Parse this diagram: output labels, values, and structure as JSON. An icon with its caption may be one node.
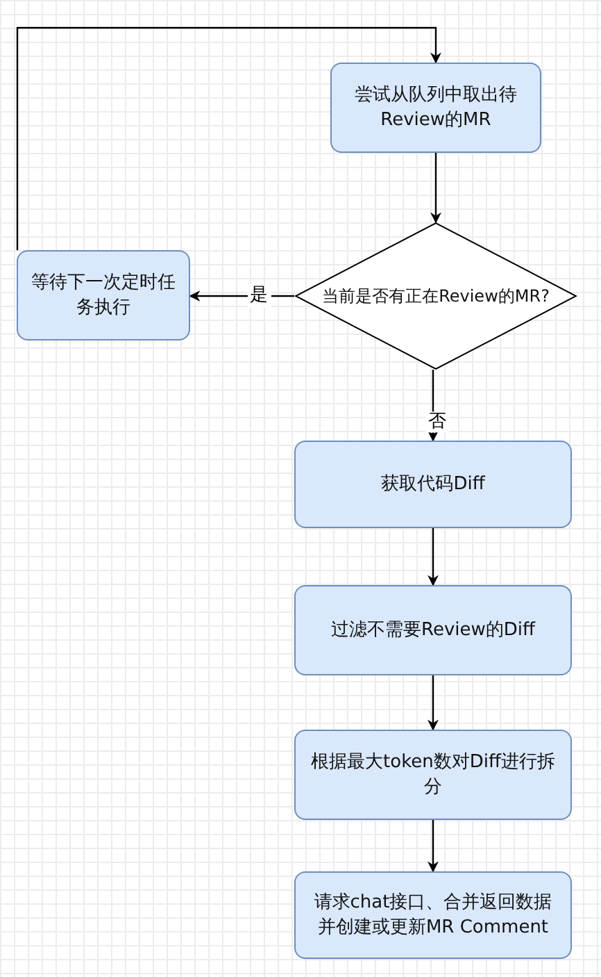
{
  "diagram": {
    "nodes": [
      {
        "text": [
          "尝试从队列中取出待Review的MR"
        ]
      },
      {
        "text": [
          "当前是否有正在Review的MR?"
        ]
      },
      {
        "text": [
          "等待下一次定时任务执行"
        ]
      },
      {
        "text": [
          "获取代码Diff"
        ]
      },
      {
        "text": [
          "过滤不需要Review的Diff"
        ]
      },
      {
        "text": [
          "根据最大token数对Diff进行拆分"
        ]
      },
      {
        "text": [
          "请求chat接口、合并返回数据并创建或更新MR Comment"
        ]
      }
    ],
    "edges": [
      {
        "from": 0,
        "to": 1,
        "arrow": "to"
      },
      {
        "from": 1,
        "to": 2,
        "arrow": "to",
        "label": "是"
      },
      {
        "from": 1,
        "to": 3,
        "arrow": "to",
        "label": "否"
      },
      {
        "from": 3,
        "to": 4,
        "arrow": "to"
      },
      {
        "from": 4,
        "to": 5,
        "arrow": "to"
      },
      {
        "from": 5,
        "to": 6,
        "arrow": "to"
      },
      {
        "from": 2,
        "to": 0,
        "arrow": "to"
      }
    ]
  }
}
